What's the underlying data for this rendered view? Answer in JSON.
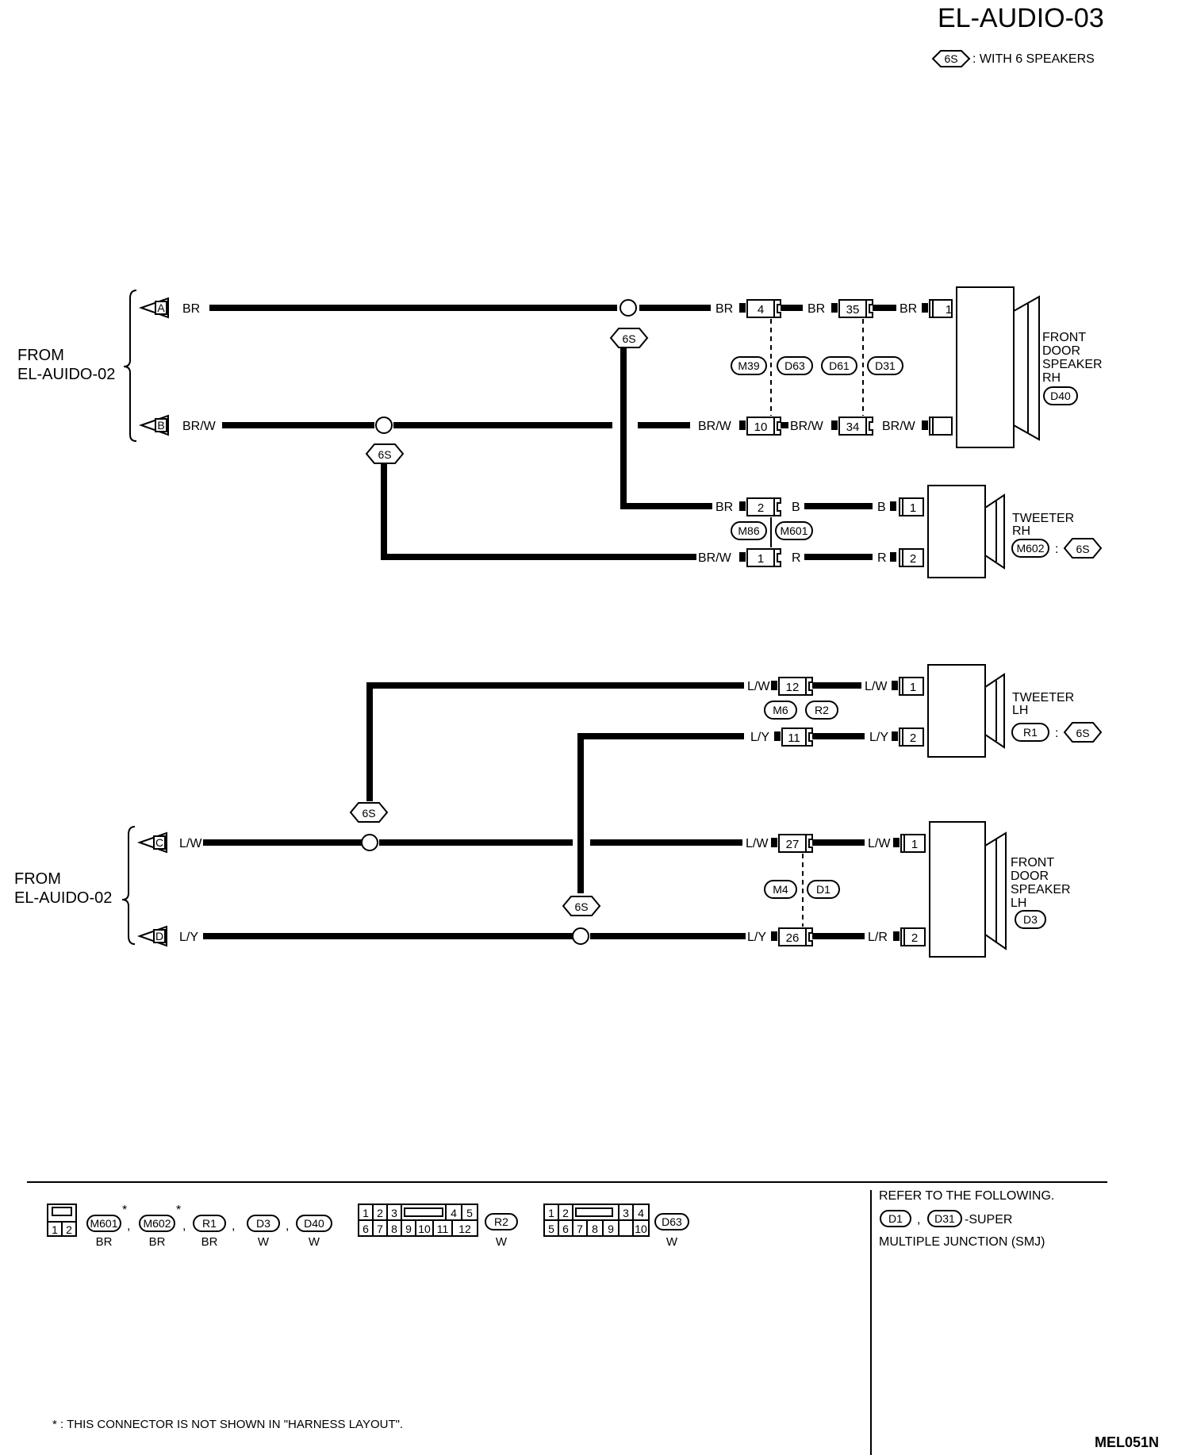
{
  "header": {
    "title": "EL-AUDIO-03",
    "option_code": "6S",
    "option_text": ": WITH 6 SPEAKERS"
  },
  "sources": {
    "upper": [
      "FROM",
      "EL-AUIDO-02"
    ],
    "lower": [
      "FROM",
      "EL-AUIDO-02"
    ]
  },
  "terminals": {
    "a": "A",
    "b": "B",
    "c": "C",
    "d": "D"
  },
  "colors": {
    "br": "BR",
    "brw": "BR/W",
    "brw_garbled": "BR/W",
    "b": "B",
    "r": "R",
    "lw": "L/W",
    "ly": "L/Y",
    "lr": "L/R"
  },
  "option_tag": "6S",
  "pins": {
    "p4": "4",
    "p35": "35",
    "p10": "10",
    "p34": "34",
    "p2": "2",
    "p1": "1",
    "p12": "12",
    "p11": "11",
    "p27": "27",
    "p26": "26",
    "sp1": "1",
    "sp2": "2"
  },
  "connectors": {
    "m39": "M39",
    "d63": "D63",
    "d61": "D61",
    "d31": "D31",
    "m86": "M86",
    "m601": "M601",
    "m6": "M6",
    "r2": "R2",
    "m4": "M4",
    "d1": "D1",
    "m602": "M602",
    "d40": "D40",
    "d3": "D3",
    "r1": "R1"
  },
  "components": {
    "front_rh": [
      "FRONT",
      "DOOR",
      "SPEAKER",
      "RH"
    ],
    "tweeter_rh": [
      "TWEETER",
      "RH"
    ],
    "tweeter_lh": [
      "TWEETER",
      "LH"
    ],
    "front_lh": [
      "FRONT",
      "DOOR",
      "SPEAKER",
      "LH"
    ]
  },
  "legend": {
    "conn1_pins": [
      "1",
      "2"
    ],
    "conn2_pins_top": [
      "1",
      "2",
      "3",
      "4",
      "5"
    ],
    "conn2_pins_bottom": [
      "6",
      "7",
      "8",
      "9",
      "10",
      "11",
      "12"
    ],
    "conn3_pins_top": [
      "1",
      "2",
      "3",
      "4"
    ],
    "conn3_pins_bottom": [
      "5",
      "6",
      "7",
      "8",
      "9",
      "10"
    ],
    "codes": [
      "M601",
      "M602",
      "R1",
      "D3",
      "D40"
    ],
    "code_colors": [
      "BR",
      "BR",
      "BR",
      "W",
      "W"
    ],
    "r2_color": "W",
    "d63_color": "W",
    "asterisk": "*",
    "sep": ","
  },
  "refer": {
    "line1": "REFER TO THE FOLLOWING.",
    "code1": "D1",
    "code2": "D31",
    "suffix": "-SUPER",
    "line3": "MULTIPLE JUNCTION (SMJ)"
  },
  "footnote": "* : THIS CONNECTOR IS NOT SHOWN IN \"HARNESS LAYOUT\".",
  "figure_id": "MEL051N"
}
